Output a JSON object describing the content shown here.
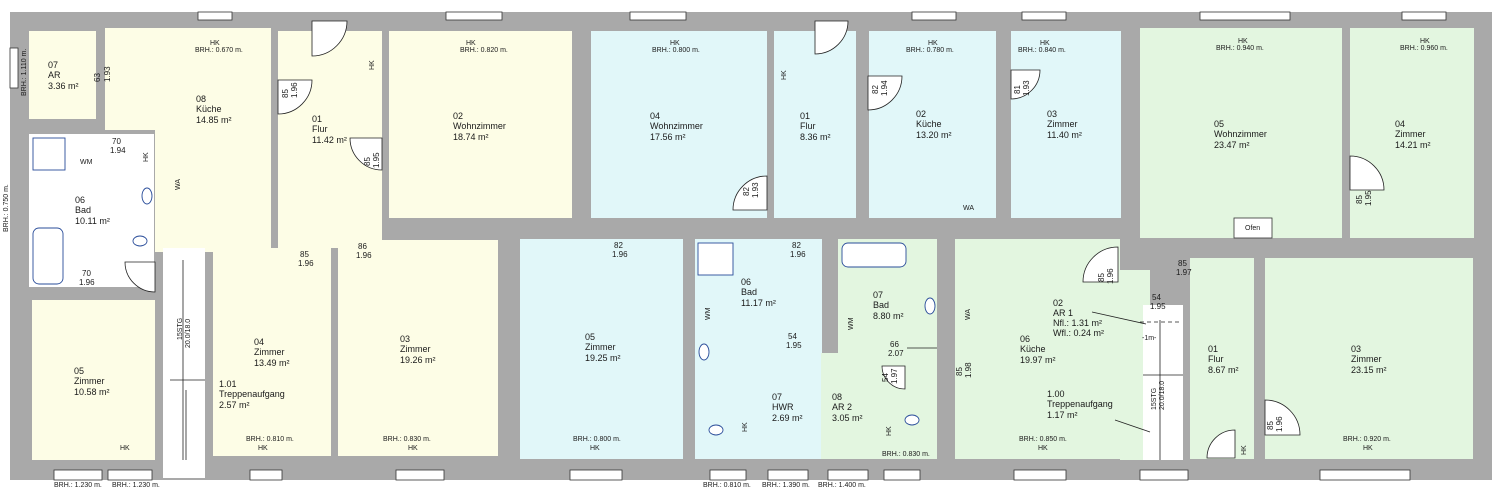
{
  "colors": {
    "wall": "#a9a9a9",
    "yellow": "#fdfde6",
    "cyan": "#e1f7f9",
    "green": "#e3f6e0",
    "white": "#ffffff"
  },
  "rooms": [
    {
      "id": "r07ar",
      "num": "07",
      "name": "AR",
      "area": "3.36 m²",
      "color": "yellow"
    },
    {
      "id": "r08kueche",
      "num": "08",
      "name": "Küche",
      "area": "14.85 m²",
      "color": "yellow"
    },
    {
      "id": "r01flur_l",
      "num": "01",
      "name": "Flur",
      "area": "11.42 m²",
      "color": "yellow"
    },
    {
      "id": "r02wohn_l",
      "num": "02",
      "name": "Wohnzimmer",
      "area": "18.74 m²",
      "color": "yellow"
    },
    {
      "id": "r06bad_l",
      "num": "06",
      "name": "Bad",
      "area": "10.11 m²",
      "color": "white"
    },
    {
      "id": "r05zimmer_l",
      "num": "05",
      "name": "Zimmer",
      "area": "10.58 m²",
      "color": "yellow"
    },
    {
      "id": "r101trep",
      "num": "1.01",
      "name": "Treppenaufgang",
      "area": "2.57 m²",
      "color": "white"
    },
    {
      "id": "r04zimmer_l",
      "num": "04",
      "name": "Zimmer",
      "area": "13.49 m²",
      "color": "yellow"
    },
    {
      "id": "r03zimmer_l",
      "num": "03",
      "name": "Zimmer",
      "area": "19.26 m²",
      "color": "yellow"
    },
    {
      "id": "r04wohn_m",
      "num": "04",
      "name": "Wohnzimmer",
      "area": "17.56 m²",
      "color": "cyan"
    },
    {
      "id": "r01flur_m",
      "num": "01",
      "name": "Flur",
      "area": "8.36 m²",
      "color": "cyan"
    },
    {
      "id": "r02kueche_m",
      "num": "02",
      "name": "Küche",
      "area": "13.20 m²",
      "color": "cyan"
    },
    {
      "id": "r03zimmer_m",
      "num": "03",
      "name": "Zimmer",
      "area": "11.40 m²",
      "color": "cyan"
    },
    {
      "id": "r05zimmer_m",
      "num": "05",
      "name": "Zimmer",
      "area": "19.25 m²",
      "color": "cyan"
    },
    {
      "id": "r06bad_m",
      "num": "06",
      "name": "Bad",
      "area": "11.17 m²",
      "color": "cyan"
    },
    {
      "id": "r07hwr",
      "num": "07",
      "name": "HWR",
      "area": "2.69 m²",
      "color": "cyan"
    },
    {
      "id": "r08ar2",
      "num": "08",
      "name": "AR 2",
      "area": "3.05 m²",
      "color": "green"
    },
    {
      "id": "r07bad_r",
      "num": "07",
      "name": "Bad",
      "area": "8.80 m²",
      "color": "green"
    },
    {
      "id": "r05wohn_r",
      "num": "05",
      "name": "Wohnzimmer",
      "area": "23.47 m²",
      "color": "green"
    },
    {
      "id": "r04zimmer_r",
      "num": "04",
      "name": "Zimmer",
      "area": "14.21 m²",
      "color": "green"
    },
    {
      "id": "r06kueche_r",
      "num": "06",
      "name": "Küche",
      "area": "19.97 m²",
      "color": "green"
    },
    {
      "id": "r100trep",
      "num": "1.00",
      "name": "Treppenaufgang",
      "area": "1.17 m²",
      "color": "green"
    },
    {
      "id": "r01flur_r",
      "num": "01",
      "name": "Flur",
      "area": "8.67 m²",
      "color": "green"
    },
    {
      "id": "r03zimmer_r",
      "num": "03",
      "name": "Zimmer",
      "area": "23.15 m²",
      "color": "green"
    }
  ],
  "ar1": {
    "num": "02",
    "name": "AR 1",
    "nfl": "Nfl.:   1.31 m²",
    "wfl": "Wfl.:   0.24 m²"
  },
  "brh": [
    "BRH.: 0.670 m.",
    "BRH.: 0.820 m.",
    "BRH.: 0.800 m.",
    "BRH.: 0.780 m.",
    "BRH.: 0.840 m.",
    "BRH.: 0.940 m.",
    "BRH.: 0.960 m.",
    "BRH.: 1.110 m.",
    "BRH.: 0.750 m.",
    "BRH.: 0.810 m.",
    "BRH.: 0.830 m.",
    "BRH.: 0.800 m.",
    "BRH.: 0.830 m.",
    "BRH.: 0.850 m.",
    "BRH.: 0.920 m.",
    "BRH.: 1.230 m.",
    "BRH.: 1.230 m.",
    "BRH.: 0.810 m.",
    "BRH.: 1.390 m.",
    "BRH.: 1.400 m."
  ],
  "hk": "HK",
  "wm": "WM",
  "wa": "WA",
  "ofen": "Ofen",
  "stair_label": "15STG",
  "stair_dim": "20.0/18.0",
  "one_m": "-1m-",
  "doors": [
    {
      "w": "63",
      "h": "1.93"
    },
    {
      "w": "85",
      "h": "1.96"
    },
    {
      "w": "70",
      "h": "1.94"
    },
    {
      "w": "85",
      "h": "1.95"
    },
    {
      "w": "70",
      "h": "1.96"
    },
    {
      "w": "85",
      "h": "1.96"
    },
    {
      "w": "86",
      "h": "1.96"
    },
    {
      "w": "82",
      "h": "1.96"
    },
    {
      "w": "82",
      "h": "1.93"
    },
    {
      "w": "82",
      "h": "1.96"
    },
    {
      "w": "81",
      "h": "1.93"
    },
    {
      "w": "82",
      "h": "1.94"
    },
    {
      "w": "54",
      "h": "1.95"
    },
    {
      "w": "66",
      "h": "2.07"
    },
    {
      "w": "54",
      "h": "1.97"
    },
    {
      "w": "85",
      "h": "1.98"
    },
    {
      "w": "85",
      "h": "1.96"
    },
    {
      "w": "85",
      "h": "1.97"
    },
    {
      "w": "54",
      "h": "1.95"
    },
    {
      "w": "85",
      "h": "1.95"
    },
    {
      "w": "85",
      "h": "1.96"
    }
  ]
}
